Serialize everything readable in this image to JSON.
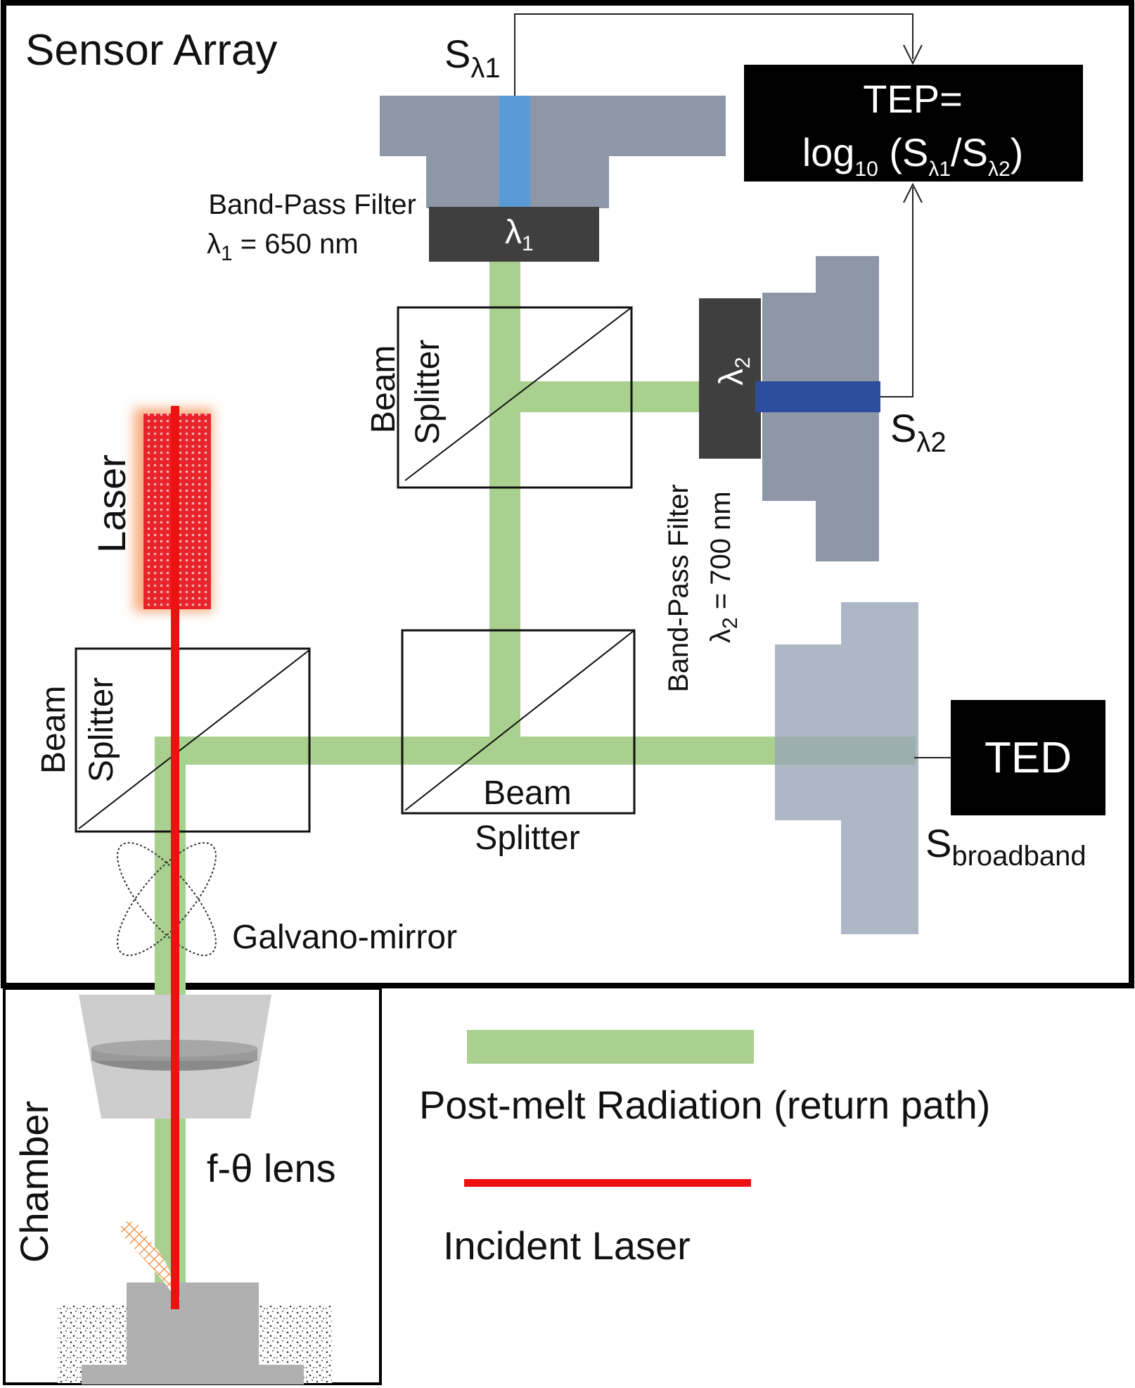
{
  "colors": {
    "post_melt": "#a9d08e",
    "laser": "#ee1111",
    "sensor_body": "#8d97a8",
    "sensor_light": "#aab4c4",
    "filter": "#3f3f3f",
    "detector_l1": "#5b9bd5",
    "detector_l2": "#2e4d9c",
    "box_fill": "#000000",
    "lens_housing": "#cdcdcd",
    "lens": "#8a8a8a",
    "stage": "#b0b0b0",
    "melt_pool": "#ee8a3a"
  },
  "sensor_array": {
    "title": "Sensor Array"
  },
  "sensor_l1": {
    "label_main": "S",
    "label_sub": "λ1",
    "filter_symbol_main": "λ",
    "filter_symbol_sub": "1",
    "filter_caption_line1": "Band-Pass Filter",
    "filter_caption_line2_main": "λ",
    "filter_caption_line2_sub": "1",
    "filter_caption_line2_rest": " = 650 nm"
  },
  "sensor_l2": {
    "label_main": "S",
    "label_sub": "λ2",
    "filter_symbol_main": "λ",
    "filter_symbol_sub": "2",
    "filter_caption_line1": "Band-Pass Filter",
    "filter_caption_line2_main": "λ",
    "filter_caption_line2_sub": "2",
    "filter_caption_line2_rest": " = 700 nm"
  },
  "sensor_broadband": {
    "label_main": "S",
    "label_sub": "broadband"
  },
  "tep_box": {
    "line1": "TEP=",
    "line2_log": "log",
    "line2_base": "10",
    "line2_open": " (S",
    "line2_sub1": "λ1",
    "line2_slash": "/S",
    "line2_sub2": "λ2",
    "line2_close": ")"
  },
  "ted_box": {
    "label": "TED"
  },
  "laser": {
    "label": "Laser"
  },
  "beam_splitters": {
    "upper": {
      "line1": "Beam",
      "line2": "Splitter"
    },
    "left": {
      "line1": "Beam",
      "line2": "Splitter"
    },
    "middle": {
      "line1": "Beam",
      "line2": "Splitter"
    }
  },
  "galvano": {
    "label": "Galvano-mirror"
  },
  "chamber": {
    "title": "Chamber",
    "lens_label": "f-θ lens"
  },
  "legend": {
    "items": [
      {
        "label": "Post-melt Radiation (return path)"
      },
      {
        "label": "Incident Laser"
      }
    ]
  }
}
